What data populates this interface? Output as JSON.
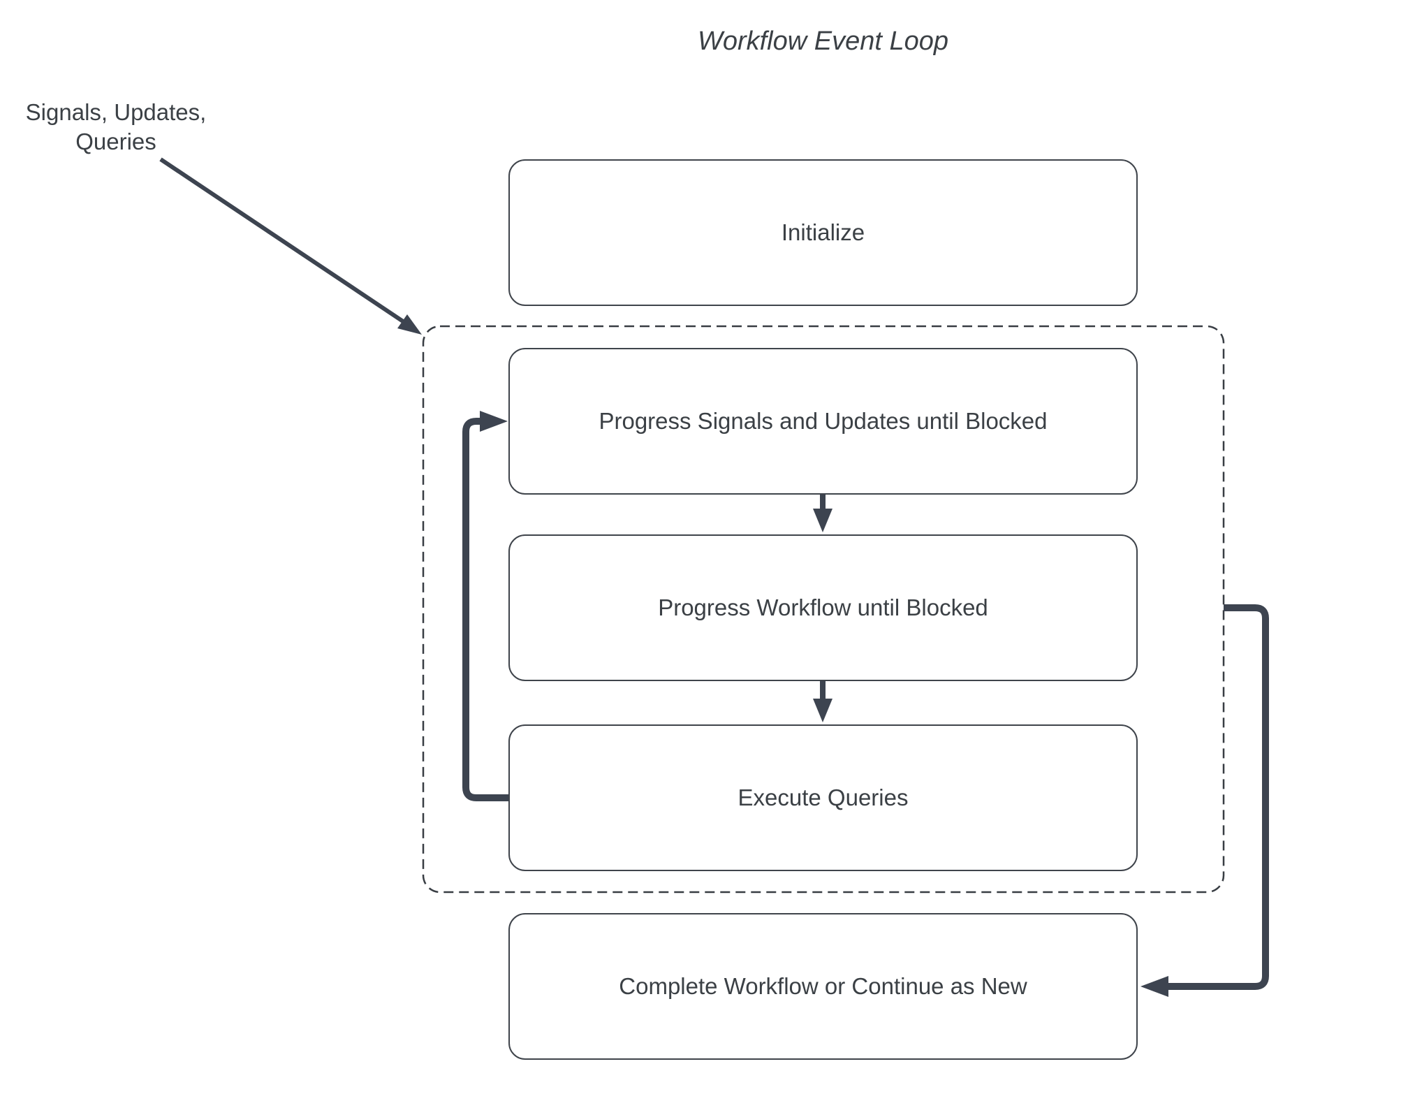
{
  "title": "Workflow Event Loop",
  "external_inputs": {
    "line1": "Signals, Updates,",
    "line2": "Queries"
  },
  "nodes": {
    "initialize": {
      "label": "Initialize"
    },
    "progress_signals": {
      "label": "Progress Signals and Updates until Blocked"
    },
    "progress_workflow": {
      "label": "Progress Workflow until Blocked"
    },
    "execute_queries": {
      "label": "Execute Queries"
    },
    "complete_workflow": {
      "label": "Complete Workflow or Continue as New"
    }
  },
  "container": {
    "name": "workflow-event-loop-boundary",
    "style": "dashed-rounded-rectangle"
  },
  "edges": [
    {
      "from": "external_inputs",
      "to": "event_loop_boundary",
      "style": "thin-diagonal-arrow"
    },
    {
      "from": "progress_signals",
      "to": "progress_workflow",
      "style": "down-arrow"
    },
    {
      "from": "progress_workflow",
      "to": "execute_queries",
      "style": "down-arrow"
    },
    {
      "from": "execute_queries",
      "to": "progress_signals",
      "style": "thick-loop-left"
    },
    {
      "from": "event_loop_boundary",
      "to": "complete_workflow",
      "style": "thick-loop-right"
    }
  ],
  "colors": {
    "connector": "#3d4450",
    "node_border": "#3f444b",
    "dashed_border": "#383d43",
    "text": "#3b4045",
    "background": "#ffffff"
  }
}
